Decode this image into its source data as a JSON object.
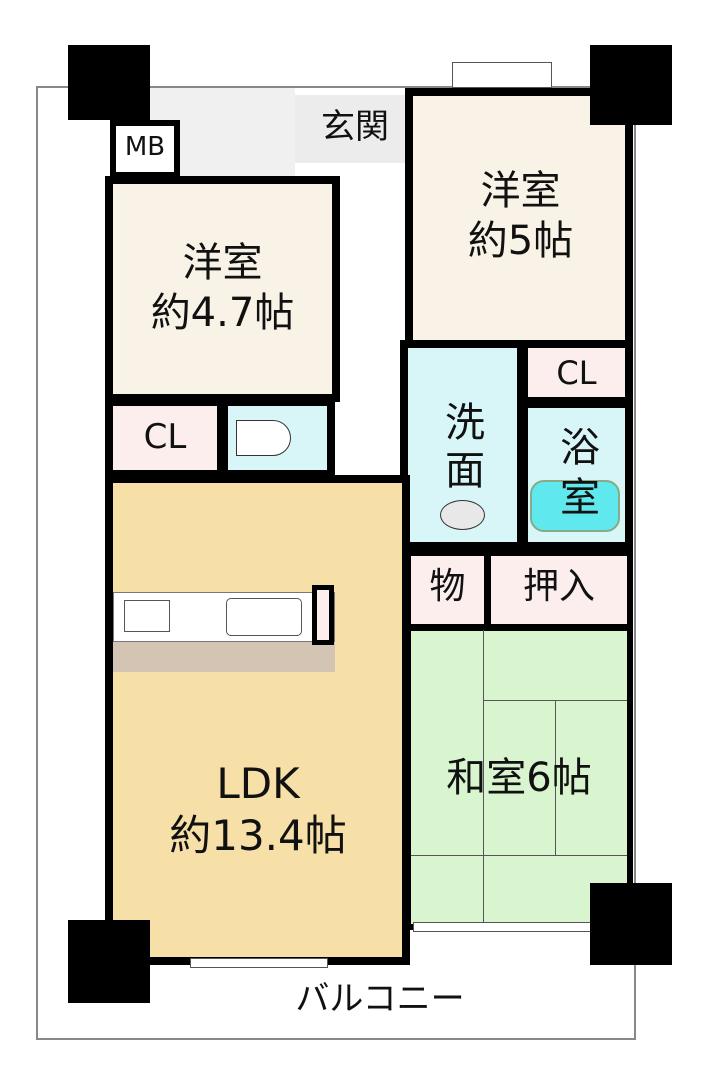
{
  "rooms": {
    "mb": "MB",
    "genkan": "玄関",
    "western1": {
      "name": "洋室",
      "size": "約4.7帖"
    },
    "western2": {
      "name": "洋室",
      "size": "約5帖"
    },
    "closet_left": "CL",
    "closet_right": "CL",
    "washroom": [
      "洗",
      "面"
    ],
    "bathroom": [
      "浴",
      "室"
    ],
    "storage": "物",
    "oshiire": "押入",
    "ldk": {
      "name": "LDK",
      "size": "約13.4帖"
    },
    "washitsu": "和室6帖",
    "balcony": "バルコニー"
  },
  "colors": {
    "western": "#f8f3e6",
    "ldk": "#f6e0a8",
    "washitsu": "#d8f5d0",
    "water": "#d8f6f8",
    "closet": "#fdeeee",
    "genkan": "#ececec",
    "counter": "#d3c4b4"
  }
}
